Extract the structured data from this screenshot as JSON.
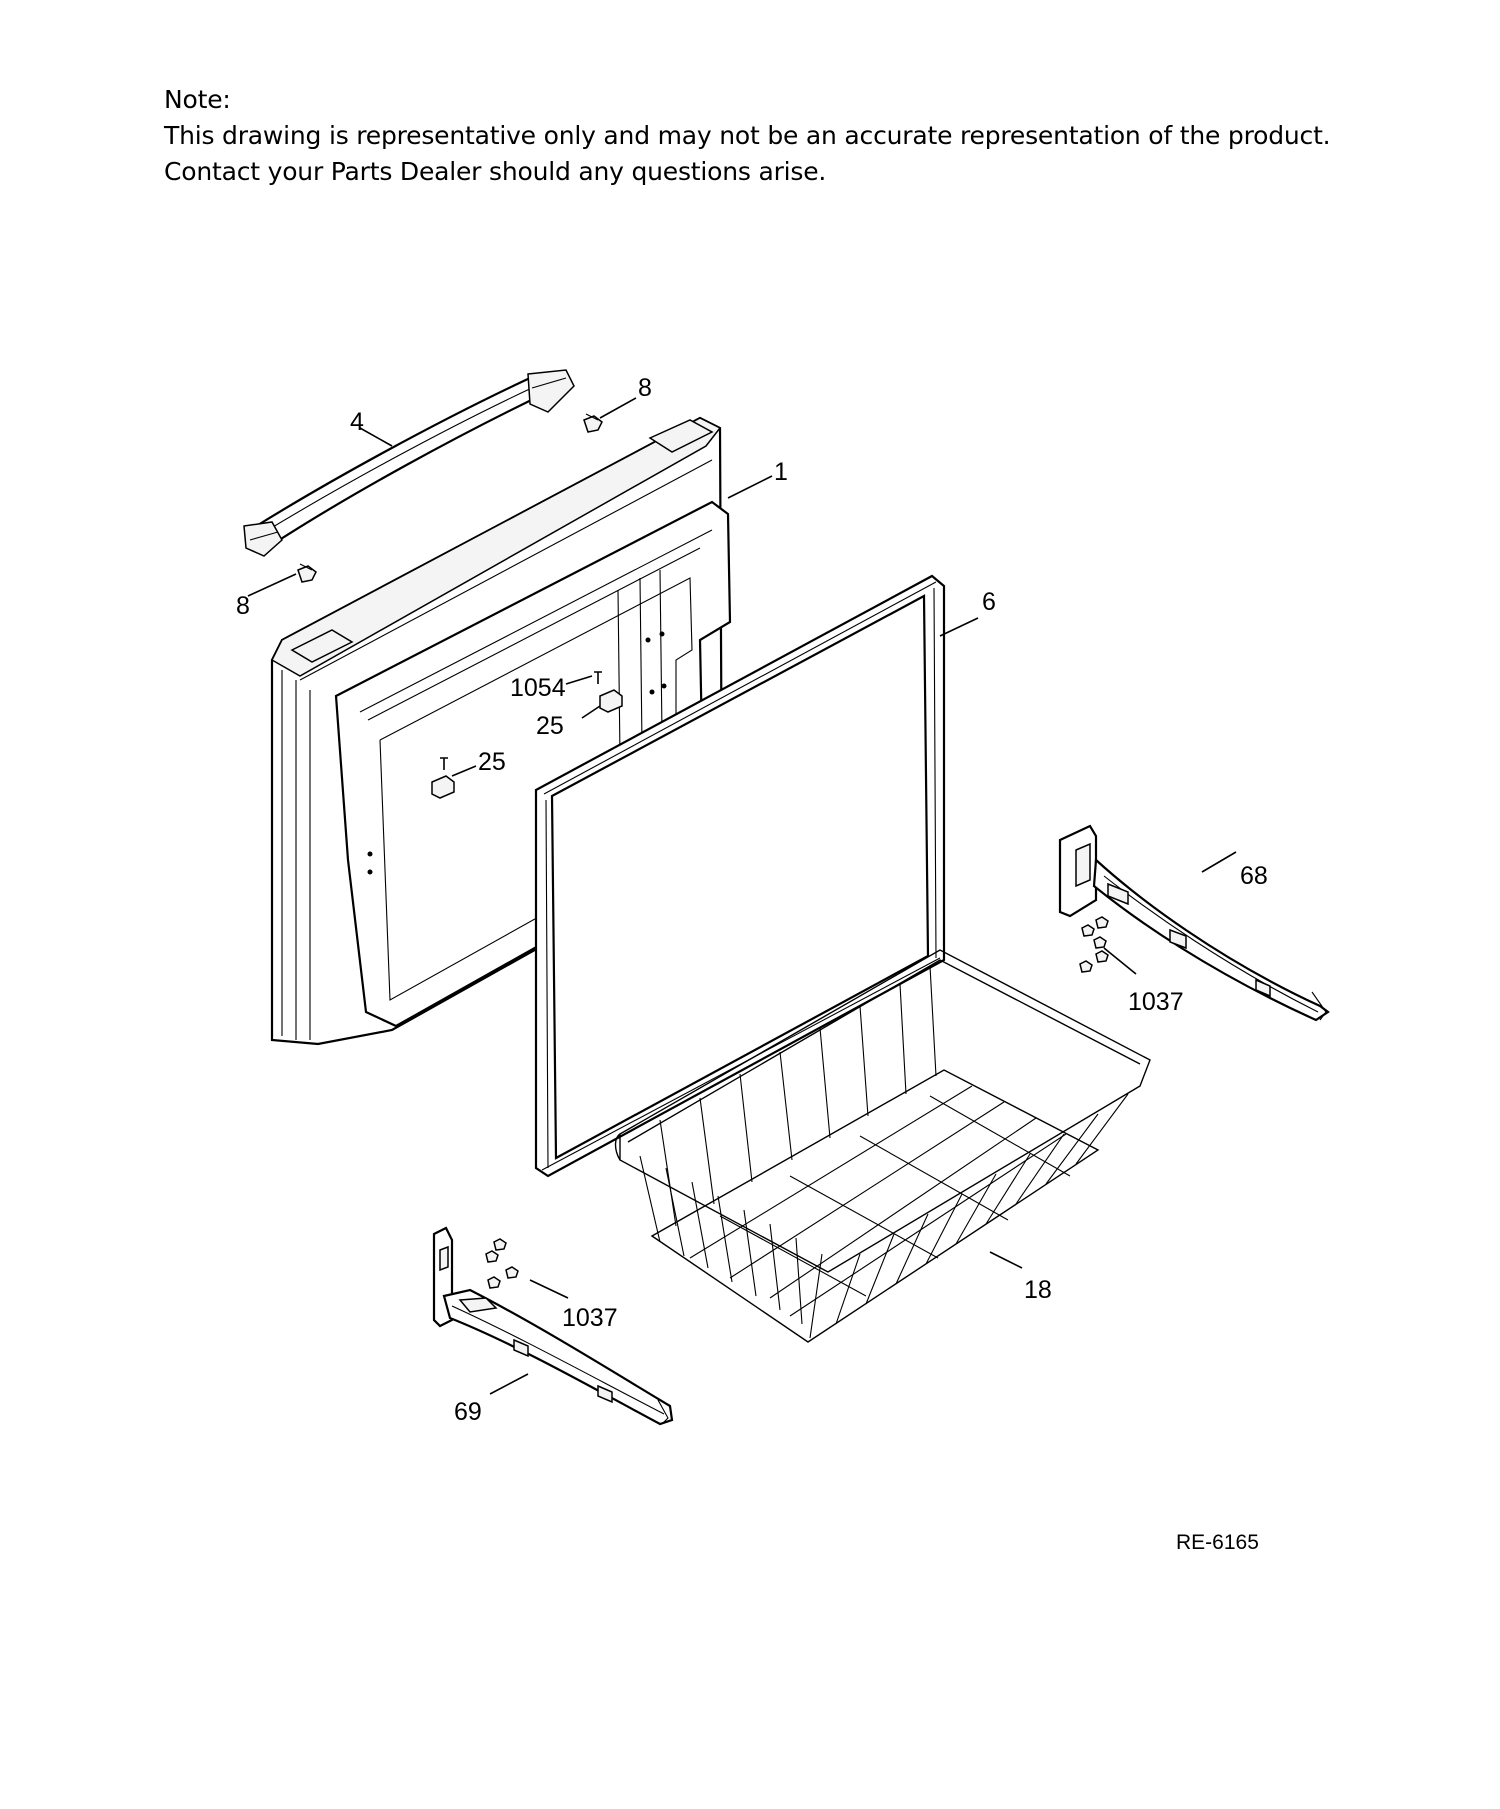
{
  "note": {
    "line1": "Note:",
    "line2": "This drawing is representative only and may not be an accurate representation of the product.",
    "line3": "Contact your Parts Dealer should any questions arise."
  },
  "callouts": {
    "handle": "4",
    "screw_top": "8",
    "screw_left": "8",
    "door": "1",
    "gasket": "6",
    "screw_1054": "1054",
    "stop_right": "25",
    "stop_left": "25",
    "rail_right": "68",
    "screws_right": "1037",
    "basket": "18",
    "screws_left": "1037",
    "rail_left": "69"
  },
  "reference": "RE-6165"
}
